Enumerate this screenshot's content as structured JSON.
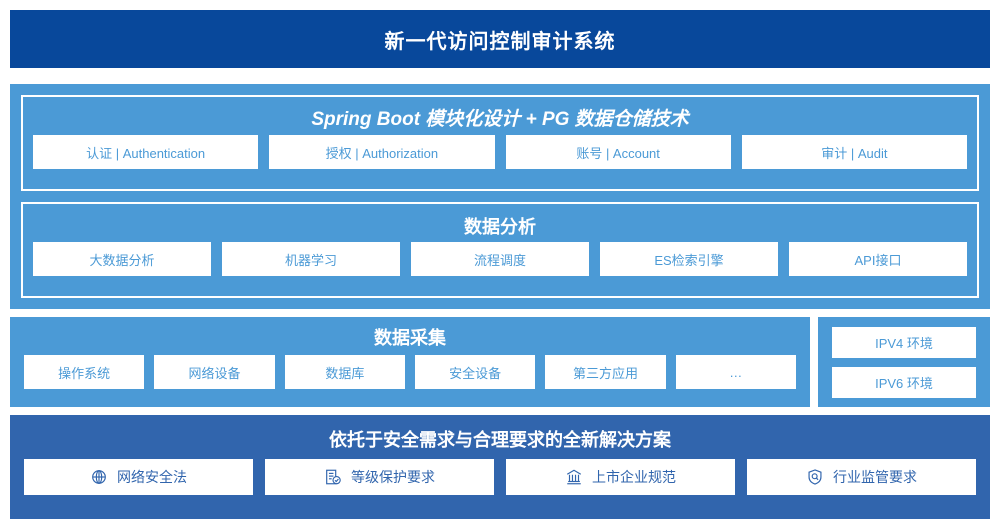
{
  "header": {
    "title": "新一代访问控制审计系统"
  },
  "colors": {
    "header_blue": "#08489b",
    "panel_blue": "#4b9ad6",
    "bottom_blue": "#3165ad",
    "chip_bg": "#ffffff"
  },
  "springboot": {
    "title": "Spring Boot 模块化设计 + PG 数据仓储技术",
    "items": [
      {
        "label": "认证 | Authentication"
      },
      {
        "label": "授权 | Authorization"
      },
      {
        "label": "账号 | Account"
      },
      {
        "label": "审计 | Audit"
      }
    ]
  },
  "analysis": {
    "title": "数据分析",
    "items": [
      {
        "label": "大数据分析"
      },
      {
        "label": "机器学习"
      },
      {
        "label": "流程调度"
      },
      {
        "label": "ES检索引擎"
      },
      {
        "label": "API接口"
      }
    ]
  },
  "collection": {
    "title": "数据采集",
    "items": [
      {
        "label": "操作系统"
      },
      {
        "label": "网络设备"
      },
      {
        "label": "数据库"
      },
      {
        "label": "安全设备"
      },
      {
        "label": "第三方应用"
      },
      {
        "label": "…"
      }
    ]
  },
  "environment": {
    "items": [
      {
        "label": "IPV4 环境"
      },
      {
        "label": "IPV6 环境"
      }
    ]
  },
  "solution": {
    "title": "依托于安全需求与合理要求的全新解决方案",
    "items": [
      {
        "label": "网络安全法",
        "icon": "globe-icon"
      },
      {
        "label": "等级保护要求",
        "icon": "document-check-icon"
      },
      {
        "label": "上市企业规范",
        "icon": "bank-icon"
      },
      {
        "label": "行业监管要求",
        "icon": "shield-search-icon"
      }
    ]
  }
}
